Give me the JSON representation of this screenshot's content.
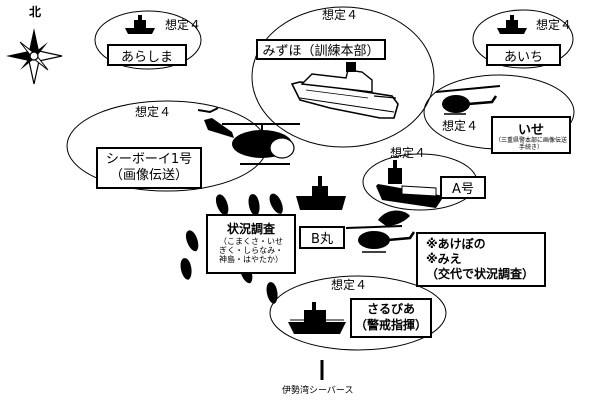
{
  "compass": {
    "north_label": "北"
  },
  "scenario_label": "想定４",
  "groups": {
    "arashima": {
      "name": "あらしま"
    },
    "mizuho": {
      "name": "みずほ（訓練本部）"
    },
    "aichi": {
      "name": "あいち"
    },
    "seaboy": {
      "line1": "シーボーイ1号",
      "line2": "（画像伝送）"
    },
    "ise": {
      "name": "いせ",
      "sub": "（三重県警本部に画像伝送手続き）"
    },
    "a_go": {
      "name": "A号"
    },
    "b_maru": {
      "name": "B丸"
    },
    "survey": {
      "line1": "状況調査",
      "line2": "（こまくさ・いせ",
      "line3": "ぎく・しらなみ・",
      "line4": "神島・はやたか）"
    },
    "akebono": {
      "line1": "※あけぼの",
      "line2": "※みえ",
      "line3": "（交代で状況調査）"
    },
    "sarubia": {
      "line1": "さるびあ",
      "line2": "（警戒指揮）"
    }
  },
  "berth": {
    "name": "伊勢湾シーバース"
  }
}
